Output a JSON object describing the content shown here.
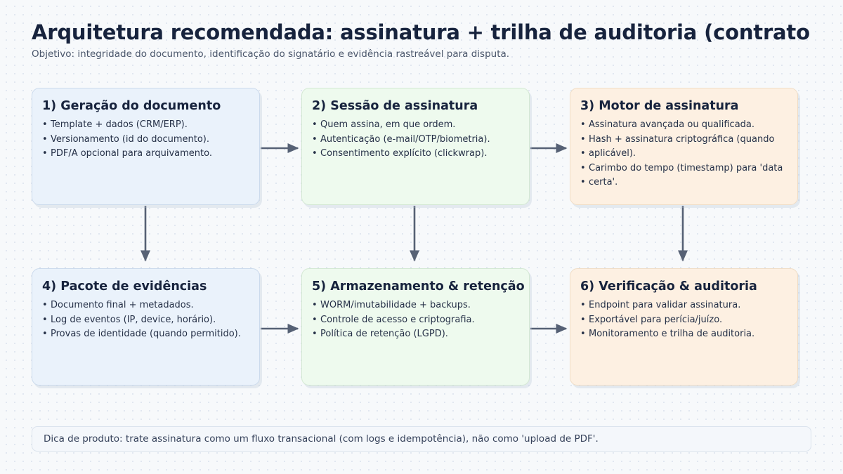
{
  "header": {
    "title": "Arquitetura recomendada: assinatura + trilha de auditoria (contrato",
    "subtitle": "Objetivo: integridade do documento, identificação do signatário e evidência rastreável para disputa."
  },
  "colors": {
    "background": "#f7f9fb",
    "dot_grid": "#dde4ee",
    "blue_fill": "#eaf2fb",
    "green_fill": "#eefaee",
    "orange_fill": "#fdf0e2",
    "arrow": "#566175",
    "title_text": "#17233d",
    "body_text": "#253047"
  },
  "nodes": [
    {
      "id": "node-1",
      "color": "blue",
      "title": "1) Geração do documento",
      "bullets": [
        "Template + dados (CRM/ERP).",
        "Versionamento (id do documento).",
        "PDF/A opcional para arquivamento."
      ]
    },
    {
      "id": "node-2",
      "color": "green",
      "title": "2) Sessão de assinatura",
      "bullets": [
        "Quem assina, em que ordem.",
        "Autenticação (e-mail/OTP/biometria).",
        "Consentimento explícito (clickwrap)."
      ]
    },
    {
      "id": "node-3",
      "color": "orange",
      "title": "3) Motor de assinatura",
      "bullets": [
        "Assinatura avançada ou qualificada.",
        "Hash + assinatura criptográfica (quando",
        "aplicável).",
        "Carimbo do tempo (timestamp) para 'data",
        "certa'."
      ]
    },
    {
      "id": "node-4",
      "color": "blue",
      "title": "4) Pacote de evidências",
      "bullets": [
        "Documento final + metadados.",
        "Log de eventos (IP, device, horário).",
        "Provas de identidade (quando permitido)."
      ]
    },
    {
      "id": "node-5",
      "color": "green",
      "title": "5) Armazenamento & retenção",
      "bullets": [
        "WORM/imutabilidade + backups.",
        "Controle de acesso e criptografia.",
        "Política de retenção (LGPD)."
      ]
    },
    {
      "id": "node-6",
      "color": "orange",
      "title": "6) Verificação & auditoria",
      "bullets": [
        "Endpoint para validar assinatura.",
        "Exportável para perícia/juízo.",
        "Monitoramento e trilha de auditoria."
      ]
    }
  ],
  "arrows": [
    {
      "name": "arrow-node1-to-node2",
      "direction": "right"
    },
    {
      "name": "arrow-node2-to-node3",
      "direction": "right"
    },
    {
      "name": "arrow-node1-to-node4",
      "direction": "down"
    },
    {
      "name": "arrow-node2-to-node5",
      "direction": "down"
    },
    {
      "name": "arrow-node3-to-node6",
      "direction": "down"
    },
    {
      "name": "arrow-node4-to-node5",
      "direction": "right"
    },
    {
      "name": "arrow-node5-to-node6",
      "direction": "right"
    }
  ],
  "note": {
    "text": "Dica de produto: trate assinatura como um fluxo transacional (com logs e idempotência), não como 'upload de PDF'."
  }
}
